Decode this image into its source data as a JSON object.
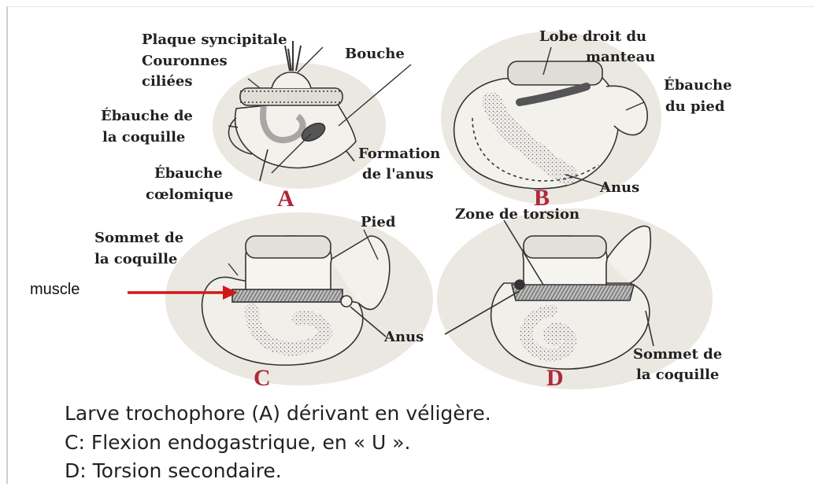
{
  "colors": {
    "background": "#ffffff",
    "panel_letter": "#b0283a",
    "arrow": "#d01818",
    "ink": "#222222",
    "fill_shell": "#ebe8e2",
    "fill_smudge": "#e4e1d9"
  },
  "panels": {
    "A": {
      "letter": "A",
      "labels": {
        "plaque": "Plaque syncipitale",
        "couronnes_1": "Couronnes",
        "couronnes_2": "ciliées",
        "bouche": "Bouche",
        "ebauche_coquille_1": "Ébauche de",
        "ebauche_coquille_2": "la coquille",
        "formation_1": "Formation",
        "formation_2": "de l'anus",
        "coelomique_1": "Ébauche",
        "coelomique_2": "cœlomique"
      }
    },
    "B": {
      "letter": "B",
      "labels": {
        "lobe_1": "Lobe droit du",
        "lobe_2": "manteau",
        "pied_1": "Ébauche",
        "pied_2": "du pied",
        "anus": "Anus"
      }
    },
    "C": {
      "letter": "C",
      "labels": {
        "sommet_1": "Sommet de",
        "sommet_2": "la coquille",
        "pied": "Pied",
        "muscle": "muscle",
        "anus": "Anus"
      }
    },
    "D": {
      "letter": "D",
      "labels": {
        "zone": "Zone de torsion",
        "sommet_1": "Sommet de",
        "sommet_2": "la coquille"
      }
    }
  },
  "caption": {
    "line1": "Larve trochophore  (A) dérivant en véligère.",
    "line2": "C: Flexion endogastrique, en « U ».",
    "line3": "D: Torsion secondaire."
  }
}
